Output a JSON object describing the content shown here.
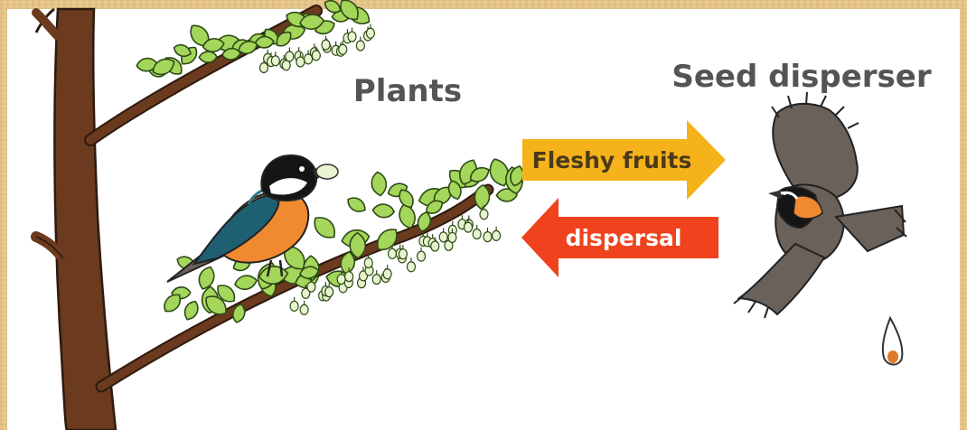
{
  "diagram": {
    "left_label": "Plants",
    "right_label": "Seed disperser",
    "arrow_right": {
      "label": "Fleshy fruits",
      "fill": "#f5b21a",
      "text_color": "#4a3a1a"
    },
    "arrow_left": {
      "label": "dispersal",
      "fill": "#f0421c",
      "text_color": "#ffffff"
    }
  },
  "colors": {
    "panel_bg": "#ffffff",
    "frame_bg": "#e6c58a",
    "trunk": "#6b3a1f",
    "leaf": "#a3d65a",
    "fruit": "#e7f4cf",
    "bird_perched_body": "#f08a30",
    "bird_perched_wing": "#1f5f72",
    "bird_flying_body": "#6a615b",
    "text_gray": "#545454"
  },
  "icons": {
    "perched_bird": "perched-bird-icon",
    "flying_bird": "flying-bird-icon",
    "dropped_seed": "seed-icon",
    "tree": "tree-icon"
  }
}
